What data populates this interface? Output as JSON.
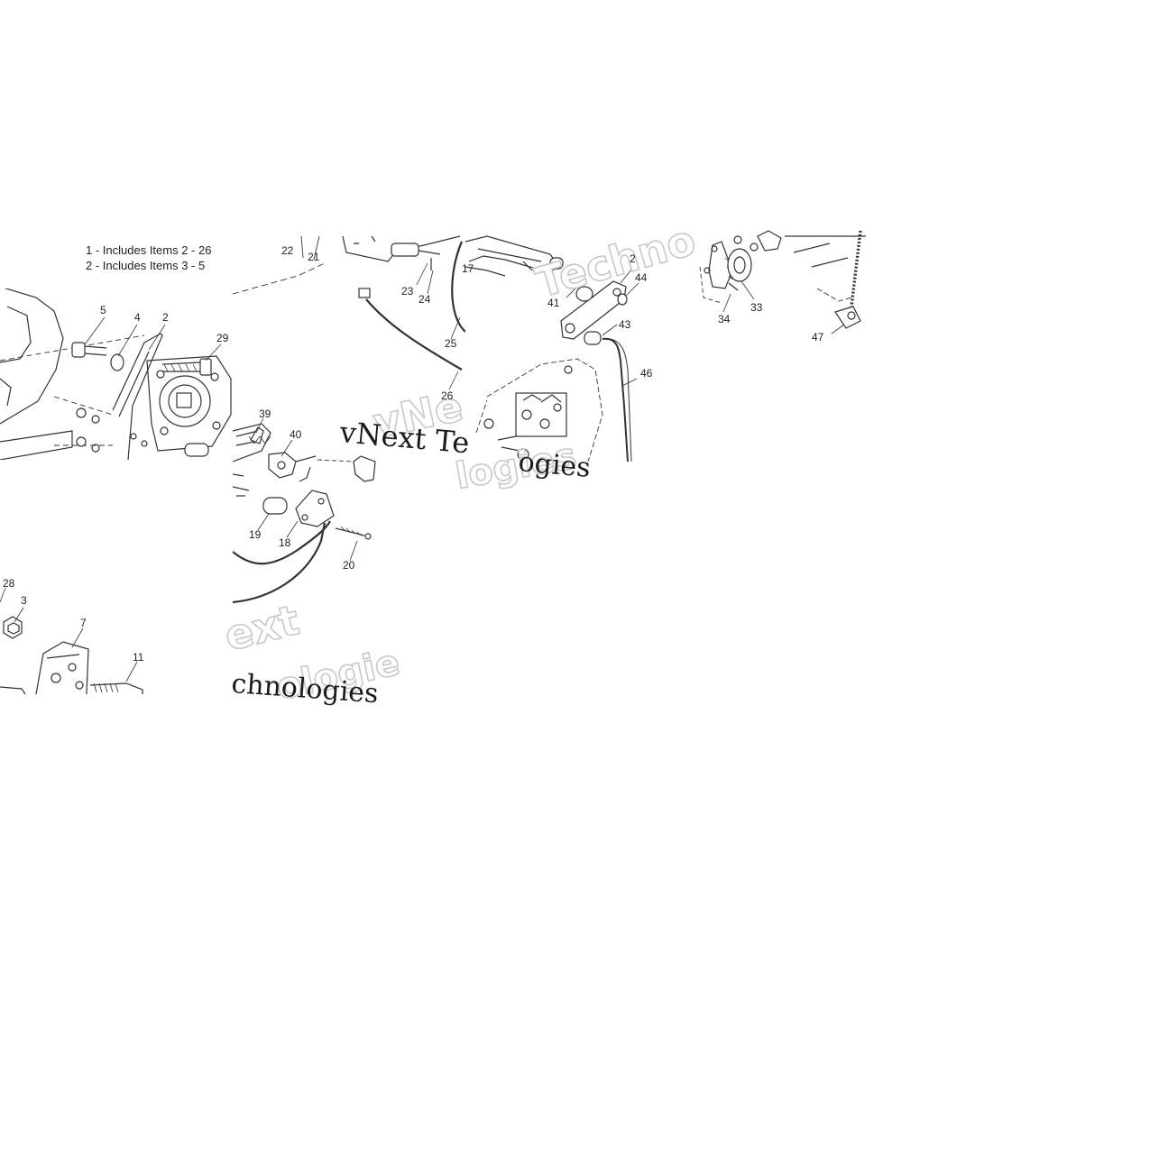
{
  "notes": [
    "1 - Includes Items 2 - 26",
    "2 - Includes Items 3 - 5"
  ],
  "callouts": [
    {
      "id": "5",
      "label": "5"
    },
    {
      "id": "4",
      "label": "4"
    },
    {
      "id": "2a",
      "label": "2"
    },
    {
      "id": "29",
      "label": "29"
    },
    {
      "id": "39",
      "label": "39"
    },
    {
      "id": "40",
      "label": "40"
    },
    {
      "id": "19",
      "label": "19"
    },
    {
      "id": "18",
      "label": "18"
    },
    {
      "id": "20",
      "label": "20"
    },
    {
      "id": "22",
      "label": "22"
    },
    {
      "id": "21",
      "label": "21"
    },
    {
      "id": "23",
      "label": "23"
    },
    {
      "id": "24",
      "label": "24"
    },
    {
      "id": "25",
      "label": "25"
    },
    {
      "id": "26",
      "label": "26"
    },
    {
      "id": "17",
      "label": "17"
    },
    {
      "id": "2b",
      "label": "2"
    },
    {
      "id": "44",
      "label": "44"
    },
    {
      "id": "41",
      "label": "41"
    },
    {
      "id": "43",
      "label": "43"
    },
    {
      "id": "46",
      "label": "46"
    },
    {
      "id": "34",
      "label": "34"
    },
    {
      "id": "33",
      "label": "33"
    },
    {
      "id": "47",
      "label": "47"
    },
    {
      "id": "28",
      "label": "28"
    },
    {
      "id": "3",
      "label": "3"
    },
    {
      "id": "7",
      "label": "7"
    },
    {
      "id": "11",
      "label": "11"
    }
  ],
  "watermarks": {
    "serif_main": "vNext Te",
    "serif_tail": "ogies",
    "serif_lower": "chnologies",
    "outline_top": "Techno",
    "outline_mid": "vNe",
    "outline_mid2": "logies",
    "outline_lower": "ext",
    "outline_lower2": "ologie"
  }
}
